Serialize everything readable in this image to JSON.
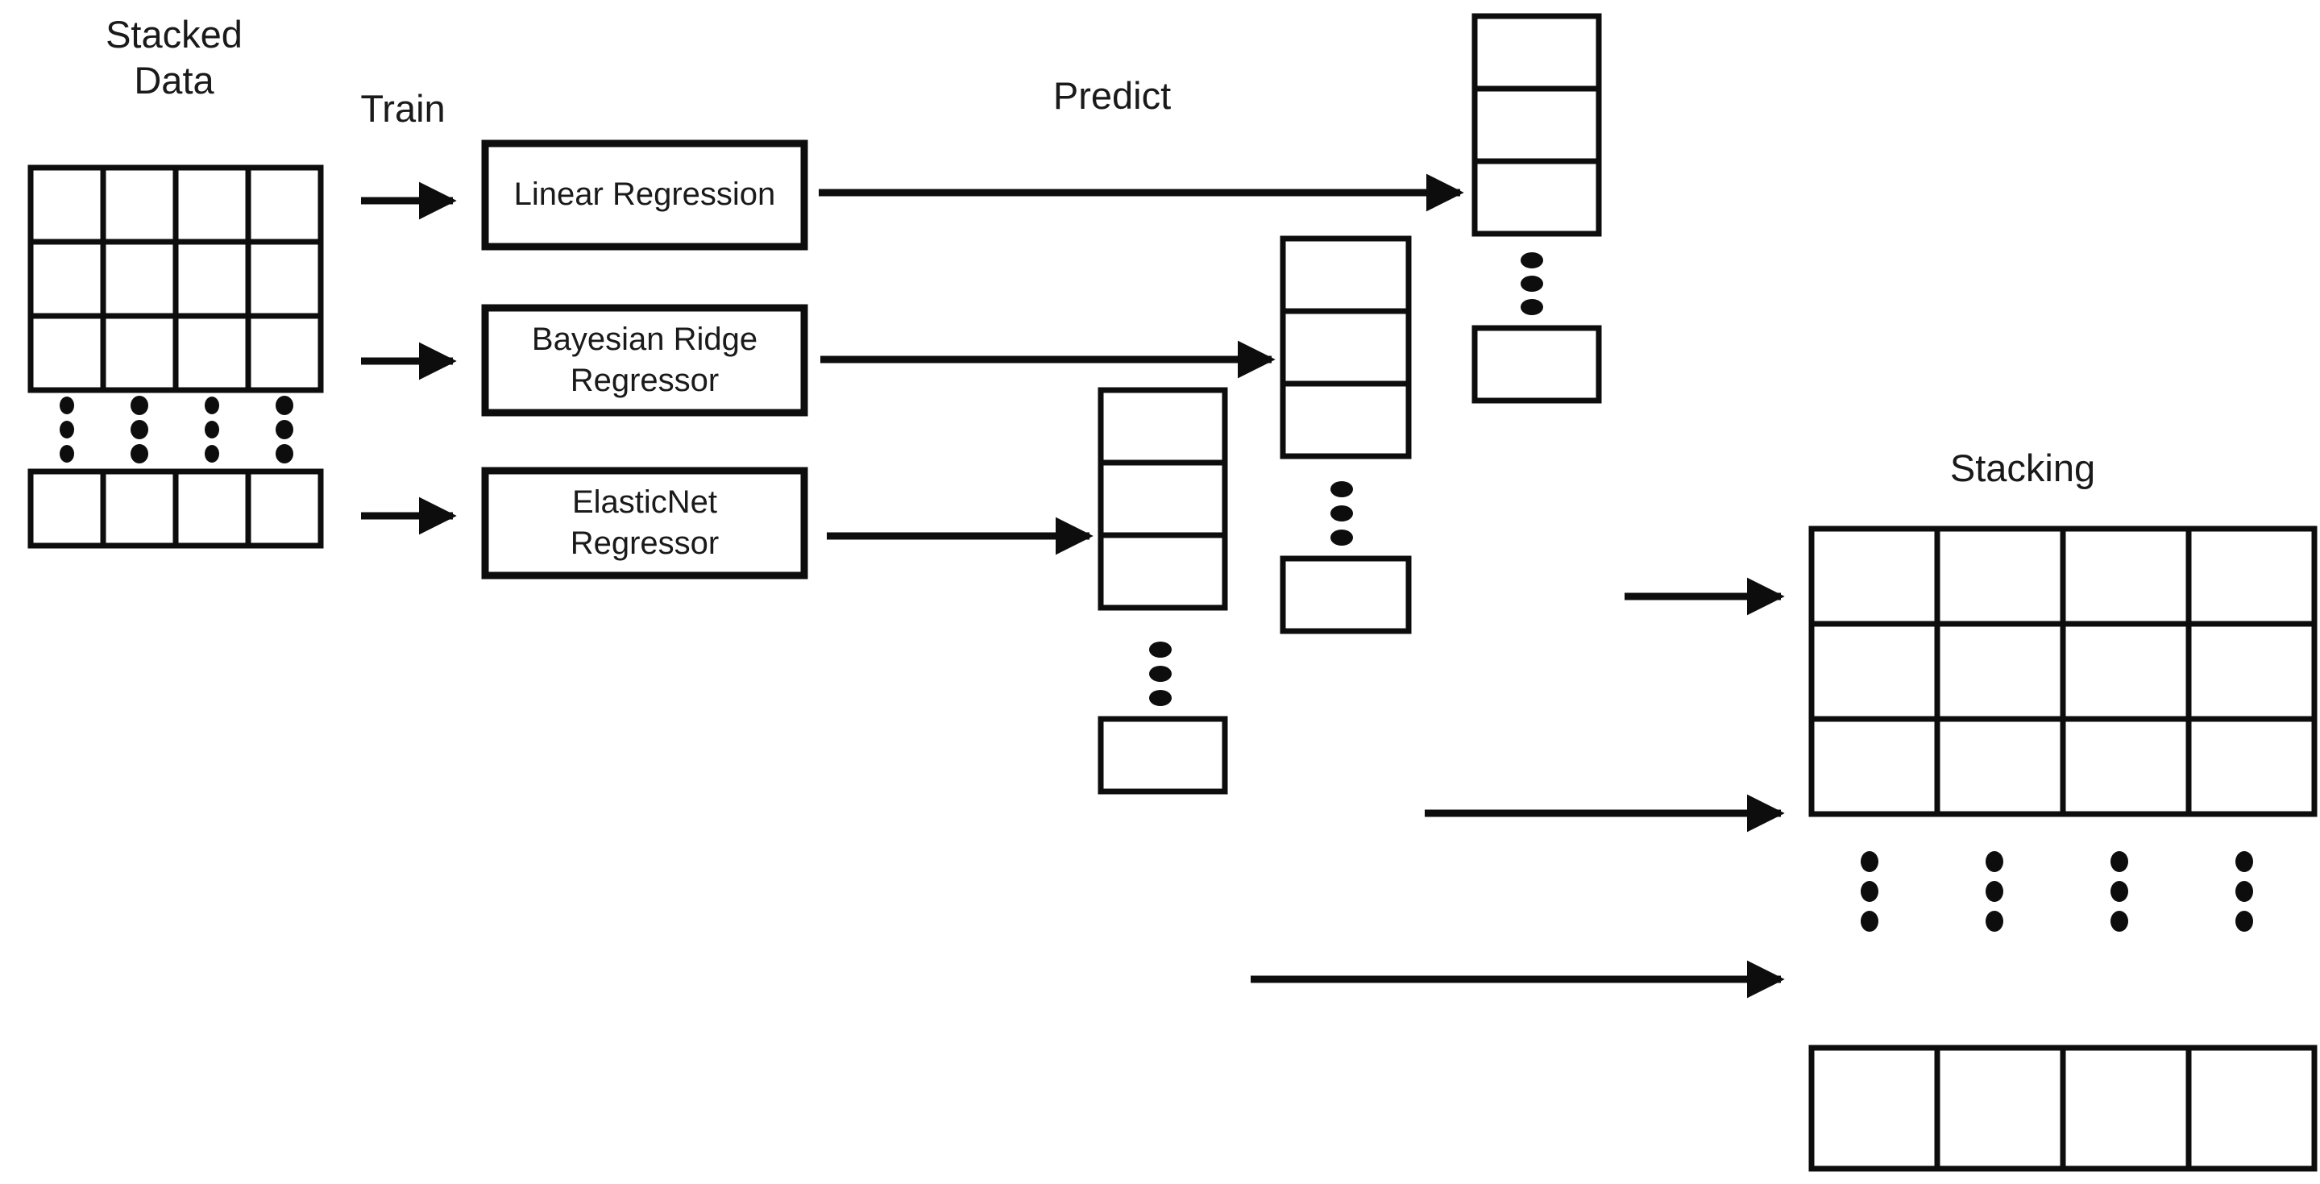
{
  "diagram": {
    "title_stacked_data": "Stacked\nData",
    "label_train": "Train",
    "label_predict": "Predict",
    "label_stacking": "Stacking",
    "colors": {
      "stroke": "#0d0d0d",
      "fill": "#ffffff",
      "text": "#1a1a1a"
    },
    "models": [
      {
        "name": "linear-regression",
        "label": "Linear Regression"
      },
      {
        "name": "bayesian-ridge-regressor",
        "label": "Bayesian Ridge\nRegressor"
      },
      {
        "name": "elasticnet-regressor",
        "label": "ElasticNet\nRegressor"
      }
    ],
    "stacked_data_table": {
      "columns": 4,
      "visible_rows": 3,
      "has_vertical_ellipsis": true,
      "trailing_rows": 1
    },
    "prediction_columns": [
      {
        "name": "linear-regression-predictions",
        "visible_cells": 3,
        "has_vertical_ellipsis": true,
        "trailing_cells": 1
      },
      {
        "name": "bayesian-ridge-predictions",
        "visible_cells": 3,
        "has_vertical_ellipsis": true,
        "trailing_cells": 1
      },
      {
        "name": "elasticnet-predictions",
        "visible_cells": 3,
        "has_vertical_ellipsis": true,
        "trailing_cells": 1
      }
    ],
    "stacking_table": {
      "columns": 4,
      "visible_rows": 3,
      "has_vertical_ellipsis": true,
      "trailing_rows": 1
    },
    "arrows": [
      {
        "name": "arrow-train-to-linear-regression"
      },
      {
        "name": "arrow-train-to-bayesian-ridge"
      },
      {
        "name": "arrow-train-to-elasticnet"
      },
      {
        "name": "arrow-linear-regression-to-predictions"
      },
      {
        "name": "arrow-bayesian-ridge-to-predictions"
      },
      {
        "name": "arrow-elasticnet-to-predictions"
      },
      {
        "name": "arrow-linear-predictions-to-stacking"
      },
      {
        "name": "arrow-bayesian-predictions-to-stacking"
      },
      {
        "name": "arrow-elasticnet-predictions-to-stacking"
      }
    ]
  }
}
